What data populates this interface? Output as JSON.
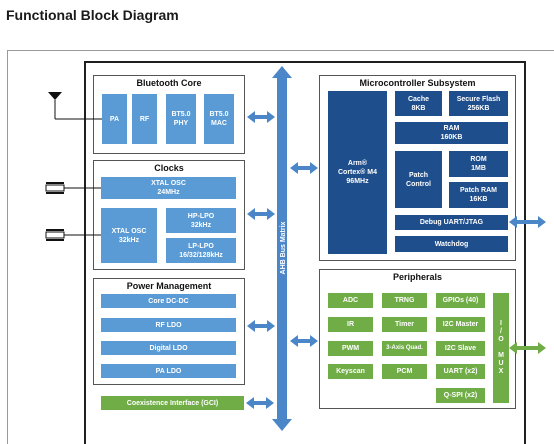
{
  "title": "Functional Block Diagram",
  "colors": {
    "light_blue": "#5a9bd5",
    "dark_blue": "#1e4e8c",
    "green": "#70ad47",
    "arrow_blue": "#4a86c8"
  },
  "bus": {
    "label": "AHB Bus Matrix"
  },
  "bluetooth": {
    "title": "Bluetooth Core",
    "pa": "PA",
    "rf": "RF",
    "phy": "BT5.0\nPHY",
    "mac": "BT5.0\nMAC"
  },
  "clocks": {
    "title": "Clocks",
    "xtal24": "XTAL OSC\n24MHz",
    "xtal32": "XTAL OSC\n32kHz",
    "hplpo": "HP-LPO\n32kHz",
    "lplpo": "LP-LPO\n16/32/128kHz"
  },
  "power": {
    "title": "Power Management",
    "core_dcdc": "Core DC-DC",
    "rf_ldo": "RF LDO",
    "digital_ldo": "Digital LDO",
    "pa_ldo": "PA LDO"
  },
  "coex": {
    "label": "Coexistence Interface (GCI)"
  },
  "mcu": {
    "title": "Microcontroller Subsystem",
    "cpu": "Arm®\nCortex® M4\n96MHz",
    "cache": "Cache\n8KB",
    "secure_flash": "Secure Flash\n256KB",
    "ram": "RAM\n160KB",
    "patch_control": "Patch\nControl",
    "rom": "ROM\n1MB",
    "patch_ram": "Patch RAM\n16KB",
    "debug": "Debug UART/JTAG",
    "watchdog": "Watchdog"
  },
  "peripherals": {
    "title": "Peripherals",
    "adc": "ADC",
    "trng": "TRNG",
    "gpios": "GPIOs (40)",
    "ir": "IR",
    "timer": "Timer",
    "i2c_master": "I2C Master",
    "pwm": "PWM",
    "quad": "3-Axis Quad.",
    "i2c_slave": "I2C Slave",
    "keyscan": "Keyscan",
    "pcm": "PCM",
    "uart": "UART (x2)",
    "qspi": "Q-SPI (x2)",
    "io_mux": "I\n/\nO\n\nM\nU\nX"
  }
}
